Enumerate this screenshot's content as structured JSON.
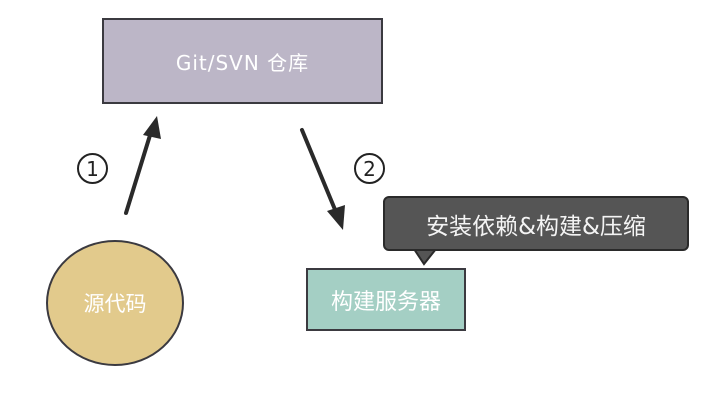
{
  "repo": {
    "label": "Git/SVN 仓库"
  },
  "source": {
    "label": "源代码"
  },
  "server": {
    "label": "构建服务器"
  },
  "callout": {
    "label": "安装依赖&构建&压缩"
  },
  "steps": {
    "one": "1",
    "two": "2"
  },
  "colors": {
    "repo_fill": "#bcb6c7",
    "source_fill": "#e2ca8c",
    "server_fill": "#a4cfc4",
    "callout_fill": "#555555",
    "line": "#2a2a2a"
  }
}
